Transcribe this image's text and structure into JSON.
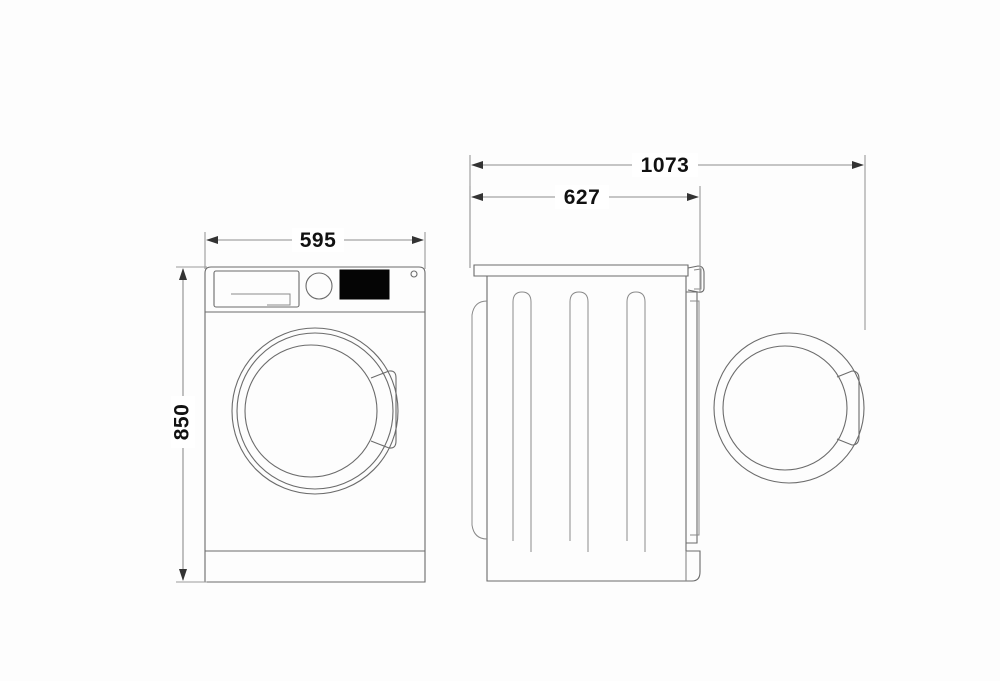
{
  "drawing": {
    "title": "Washing machine dimension drawing",
    "units": "mm",
    "background_color": "#fdfdfd",
    "line_color": "#6b6b6b",
    "text_color": "#111111"
  },
  "dimensions": {
    "width": {
      "label": "595",
      "orientation": "horizontal",
      "view": "front"
    },
    "height": {
      "label": "850",
      "orientation": "vertical-rotated",
      "view": "front"
    },
    "depth_with_door_open": {
      "label": "1073",
      "orientation": "horizontal",
      "view": "side"
    },
    "depth": {
      "label": "627",
      "orientation": "horizontal",
      "view": "side"
    }
  },
  "views": {
    "front": {
      "name": "front-view",
      "parts": [
        {
          "name": "detergent-drawer"
        },
        {
          "name": "control-knob"
        },
        {
          "name": "display-screen"
        },
        {
          "name": "power-button"
        },
        {
          "name": "door-outer-ring"
        },
        {
          "name": "door-inner-circle"
        },
        {
          "name": "door-handle"
        },
        {
          "name": "plinth"
        }
      ]
    },
    "side": {
      "name": "side-view",
      "parts": [
        {
          "name": "top-panel"
        },
        {
          "name": "rear-hose-curve-1"
        },
        {
          "name": "rear-hose-curve-2"
        },
        {
          "name": "rear-hose-curve-3"
        },
        {
          "name": "rear-rounded-panel"
        },
        {
          "name": "front-face-edge"
        },
        {
          "name": "hinge-detail"
        },
        {
          "name": "foot-detail"
        }
      ]
    },
    "door_open": {
      "name": "door-open-view",
      "parts": [
        {
          "name": "door-outer-ring"
        },
        {
          "name": "door-inner-circle"
        },
        {
          "name": "door-handle"
        }
      ]
    }
  }
}
